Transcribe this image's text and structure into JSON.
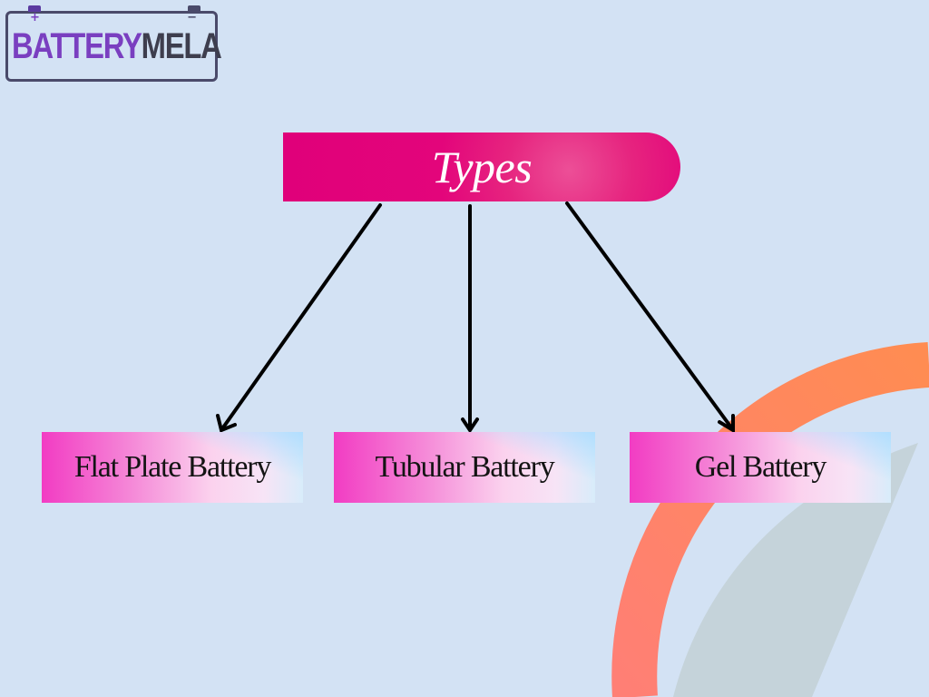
{
  "logo": {
    "plus_sign": "+",
    "minus_sign": "−",
    "text_part1": "BATTERY",
    "text_part2": "MELA",
    "accent_color": "#7a3fc0",
    "dark_color": "#3e3e4e"
  },
  "diagram": {
    "root": {
      "label": "Types",
      "color": "#e0007a"
    },
    "children": [
      {
        "label": "Flat Plate Battery"
      },
      {
        "label": "Tubular Battery"
      },
      {
        "label": "Gel Battery"
      }
    ],
    "edges": [
      {
        "from": "Types",
        "to": "Flat Plate Battery"
      },
      {
        "from": "Types",
        "to": "Tubular Battery"
      },
      {
        "from": "Types",
        "to": "Gel Battery"
      }
    ]
  },
  "colors": {
    "background": "#d3e2f4",
    "arc_orange": "#ff7f5e",
    "arc_shadow": "#c5d3da",
    "arrow": "#000000"
  }
}
